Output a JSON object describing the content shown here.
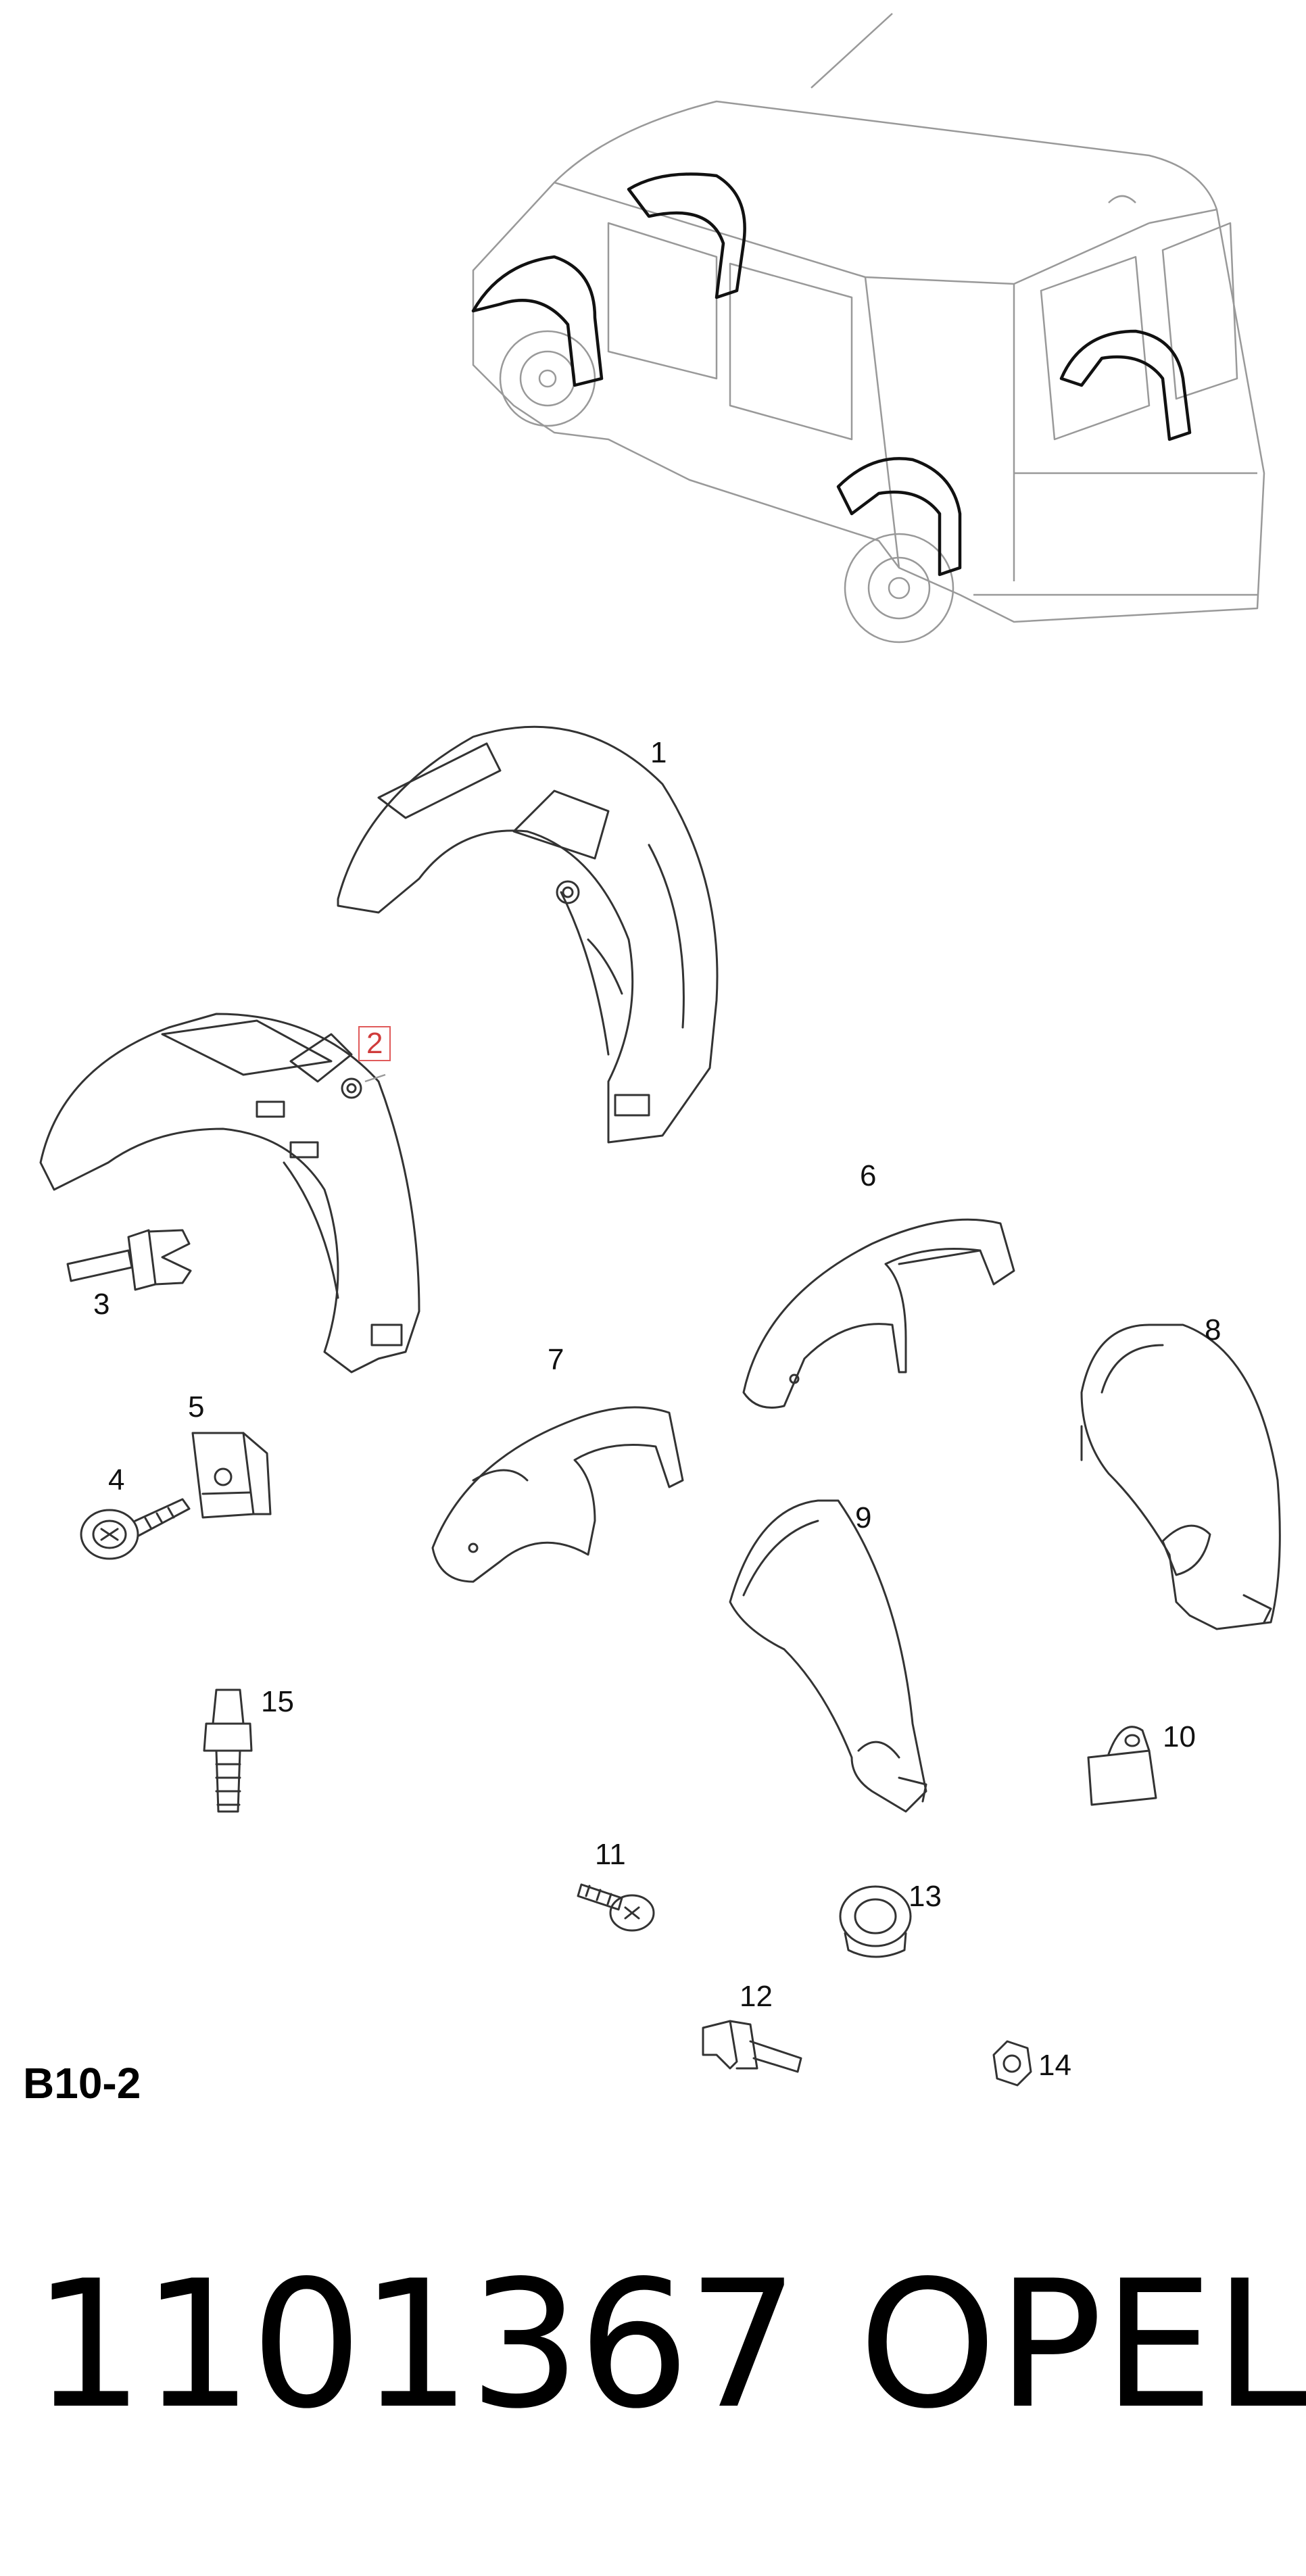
{
  "sheet_code": "B10-2",
  "part_number": "1101367",
  "brand": "OPEL",
  "highlight_color": "#e05a5a",
  "callouts": [
    {
      "id": "1",
      "label": "1"
    },
    {
      "id": "2",
      "label": "2",
      "highlighted": true
    },
    {
      "id": "3",
      "label": "3"
    },
    {
      "id": "4",
      "label": "4"
    },
    {
      "id": "5",
      "label": "5"
    },
    {
      "id": "6",
      "label": "6"
    },
    {
      "id": "7",
      "label": "7"
    },
    {
      "id": "8",
      "label": "8"
    },
    {
      "id": "9",
      "label": "9"
    },
    {
      "id": "10",
      "label": "10"
    },
    {
      "id": "11",
      "label": "11"
    },
    {
      "id": "12",
      "label": "12"
    },
    {
      "id": "13",
      "label": "13"
    },
    {
      "id": "14",
      "label": "14"
    },
    {
      "id": "15",
      "label": "15"
    }
  ]
}
